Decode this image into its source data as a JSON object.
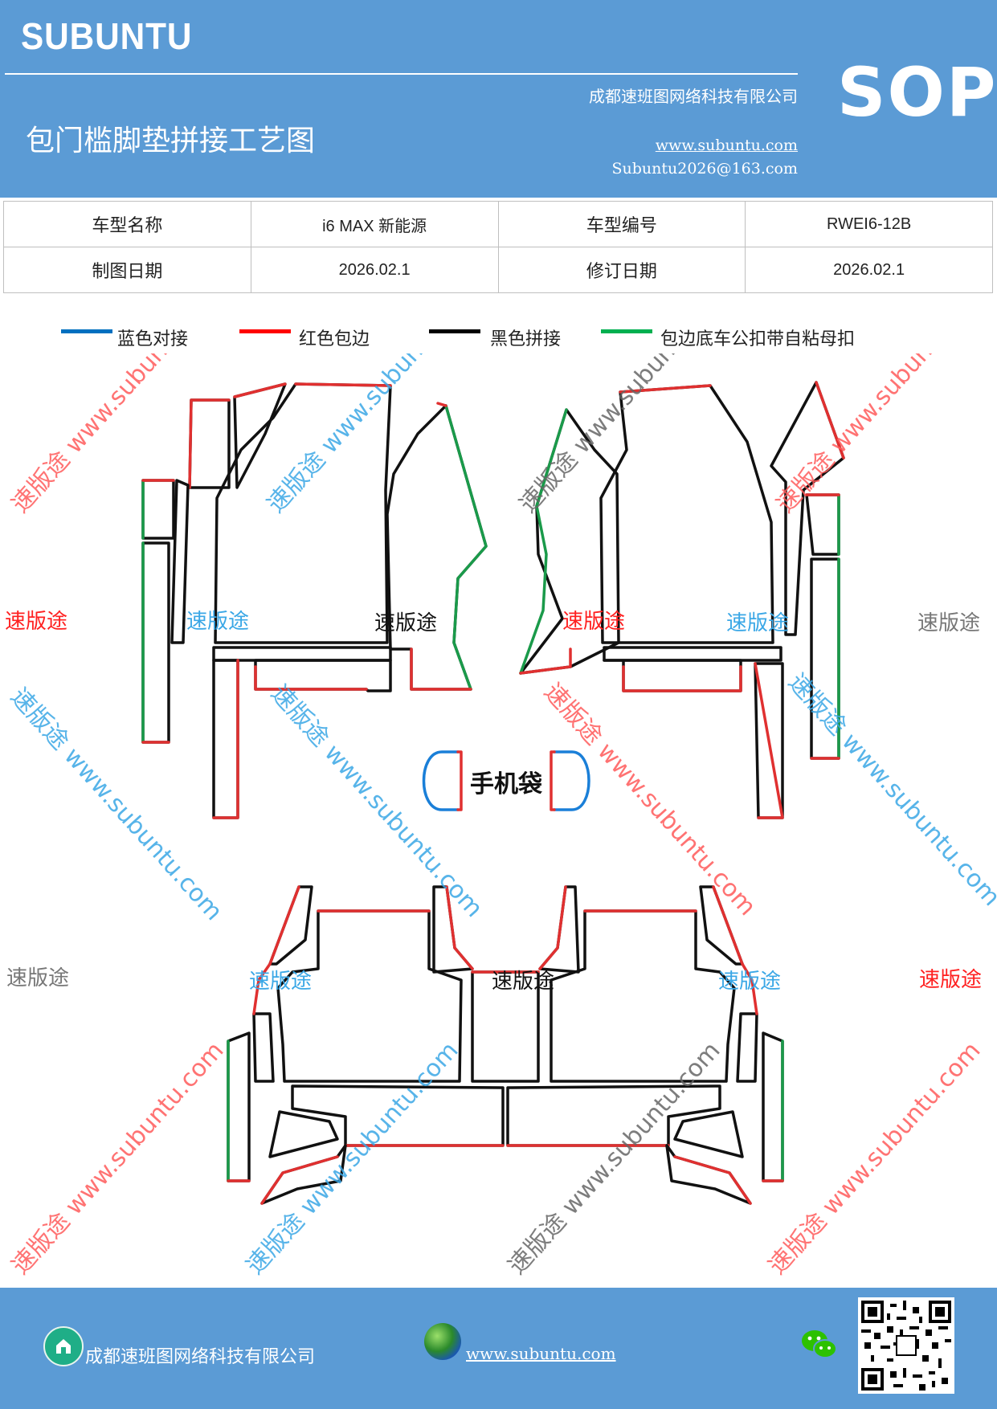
{
  "header": {
    "brand": "SUBUNTU",
    "sop": "SOP",
    "company": "成都速班图网络科技有限公司",
    "title": "包门槛脚垫拼接工艺图",
    "website": "www.subuntu.com",
    "email": "Subuntu2026@163.com"
  },
  "info_table": {
    "model_name_label": "车型名称",
    "model_name_value": "i6 MAX  新能源",
    "model_code_label": "车型编号",
    "model_code_value": "RWEI6-12B",
    "draw_date_label": "制图日期",
    "draw_date_value": "2026.02.1",
    "revise_date_label": "修订日期",
    "revise_date_value": "2026.02.1"
  },
  "legend": {
    "items": [
      {
        "label": "蓝色对接",
        "color": "#0070c0"
      },
      {
        "label": "红色包边",
        "color": "#ff0000"
      },
      {
        "label": "黑色拼接",
        "color": "#000000"
      },
      {
        "label": "包边底车公扣带自粘母扣",
        "color": "#00b050"
      }
    ]
  },
  "diagram": {
    "phone_bag_label": "手机袋",
    "watermark_brand": "速版途",
    "watermark_full": "速版途 www.subuntu.com",
    "watermark_url": "www.subuntu.com"
  },
  "footer": {
    "company": "成都速班图网络科技有限公司",
    "website": "www.subuntu.com "
  },
  "colors": {
    "header_bg": "#5b9bd5",
    "blue_line": "#0070c0",
    "red_line": "#e03030",
    "black_line": "#111111",
    "green_line": "#1a9a4a"
  }
}
